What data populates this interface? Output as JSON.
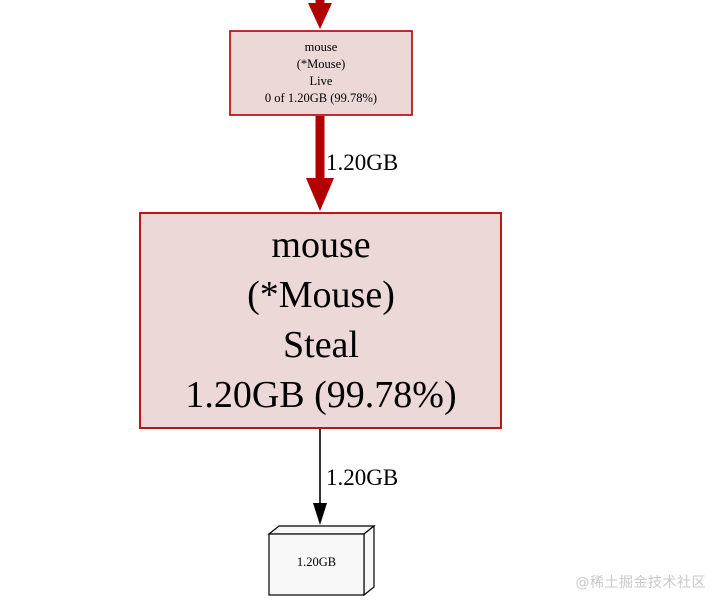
{
  "colors": {
    "hot_edge": "#b20000",
    "hot_node_fill": "#edd8d8",
    "hot_node_stroke": "#b20000",
    "plain_edge": "#000000",
    "leaf_fill": "#f8f8f8",
    "leaf_stroke": "#000000",
    "watermark": "#c9c9c9"
  },
  "nodes": {
    "live": {
      "line1": "mouse",
      "line2": "(*Mouse)",
      "line3": "Live",
      "line4": "0 of 1.20GB (99.78%)"
    },
    "steal": {
      "line1": "mouse",
      "line2": "(*Mouse)",
      "line3": "Steal",
      "line4": "1.20GB (99.78%)"
    },
    "alloc_leaf": {
      "label": "1.20GB"
    }
  },
  "edges": {
    "live_to_steal": {
      "label": "1.20GB"
    },
    "steal_to_leaf": {
      "label": "1.20GB"
    }
  },
  "watermark": "@稀土掘金技术社区"
}
